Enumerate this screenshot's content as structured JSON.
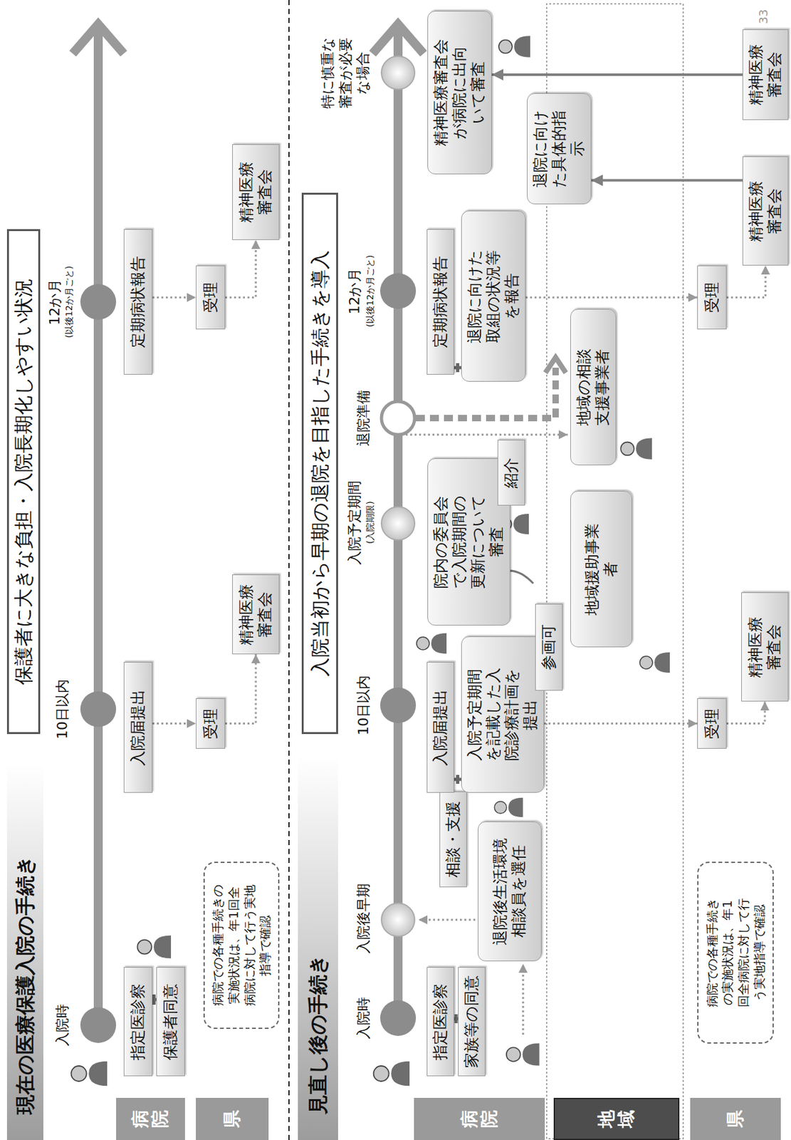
{
  "diagram": {
    "nodes": [
      {
        "text": [
          "現在の医療保護入院の手続き"
        ]
      },
      {
        "text": [
          "保護者に大きな負担・入院長期化しやすい状況"
        ]
      },
      {
        "text": [
          "病院"
        ]
      },
      {
        "text": [
          "県"
        ]
      },
      {
        "text": [
          "指定医診察"
        ]
      },
      {
        "text": [
          "保護者同意"
        ]
      },
      {
        "text": [
          "入院届提出"
        ]
      },
      {
        "text": [
          "定期病状報告"
        ]
      },
      {
        "text": [
          "病院での各種手続きの実施状況は、年1回全病院に対して行う実地指導で確認"
        ]
      },
      {
        "text": [
          "受理"
        ]
      },
      {
        "text": [
          "精神医療審査会"
        ]
      },
      {
        "text": [
          "受理"
        ]
      },
      {
        "text": [
          "精神医療審査会"
        ]
      },
      {
        "text": [
          "見直し後の手続き"
        ]
      },
      {
        "text": [
          "入院当初から早期の退院を目指した手続きを導入"
        ]
      },
      {
        "text": [
          "病院"
        ]
      },
      {
        "text": [
          "地域"
        ]
      },
      {
        "text": [
          "県"
        ]
      },
      {
        "text": [
          "指定医診察"
        ]
      },
      {
        "text": [
          "家族等の同意"
        ]
      },
      {
        "text": [
          "退院後生活環境相談員を選任"
        ]
      },
      {
        "text": [
          "相談・支援"
        ]
      },
      {
        "text": [
          "入院届提出"
        ]
      },
      {
        "text": [
          "入院予定期間を記載した入院診療計画を提出"
        ]
      },
      {
        "text": [
          "参画可"
        ]
      },
      {
        "text": [
          "院内の委員会で入院期間の更新について審査"
        ]
      },
      {
        "text": [
          "紹介"
        ]
      },
      {
        "text": [
          "定期病状報告"
        ]
      },
      {
        "text": [
          "退院に向けた取組の状況等を報告"
        ]
      },
      {
        "text": [
          "退院に向けた具体的指示"
        ]
      },
      {
        "text": [
          "精神医療審査会が病院に出向いて審査"
        ]
      },
      {
        "text": [
          "地域援助事業者"
        ]
      },
      {
        "text": [
          "地域の相談支援事業者"
        ]
      },
      {
        "text": [
          "受理"
        ]
      },
      {
        "text": [
          "精神医療審査会"
        ]
      },
      {
        "text": [
          "受理"
        ]
      },
      {
        "text": [
          "精神医療審査会"
        ]
      },
      {
        "text": [
          "精神医療審査会"
        ]
      },
      {
        "text": [
          "病院での各種手続きの実施状況は、年1回全病院に対して行う実地指導で確認"
        ]
      }
    ],
    "edges": [
      {
        "from": 6,
        "to": 9,
        "arrow": "to"
      },
      {
        "from": 9,
        "to": 10,
        "arrow": "to"
      },
      {
        "from": 7,
        "to": 11,
        "arrow": "to"
      },
      {
        "from": 11,
        "to": 12,
        "arrow": "to"
      },
      {
        "from": 23,
        "to": 33,
        "arrow": "to"
      },
      {
        "from": 33,
        "to": 34,
        "arrow": "to"
      },
      {
        "from": 28,
        "to": 35,
        "arrow": "to"
      },
      {
        "from": 35,
        "to": 36,
        "arrow": "to"
      },
      {
        "from": 36,
        "to": 29,
        "arrow": "to"
      },
      {
        "from": 37,
        "to": 30,
        "arrow": "to"
      }
    ],
    "labels": [
      "入院時",
      "10日以内",
      "12か月",
      "(以後12か月ごと)",
      "入院時",
      "入院後早期",
      "10日以内",
      "入院予定期間",
      "(入院期限)",
      "退院準備",
      "12か月",
      "(以後12か月ごと)",
      "特に慎重な審査が必要な場合",
      "33"
    ]
  }
}
